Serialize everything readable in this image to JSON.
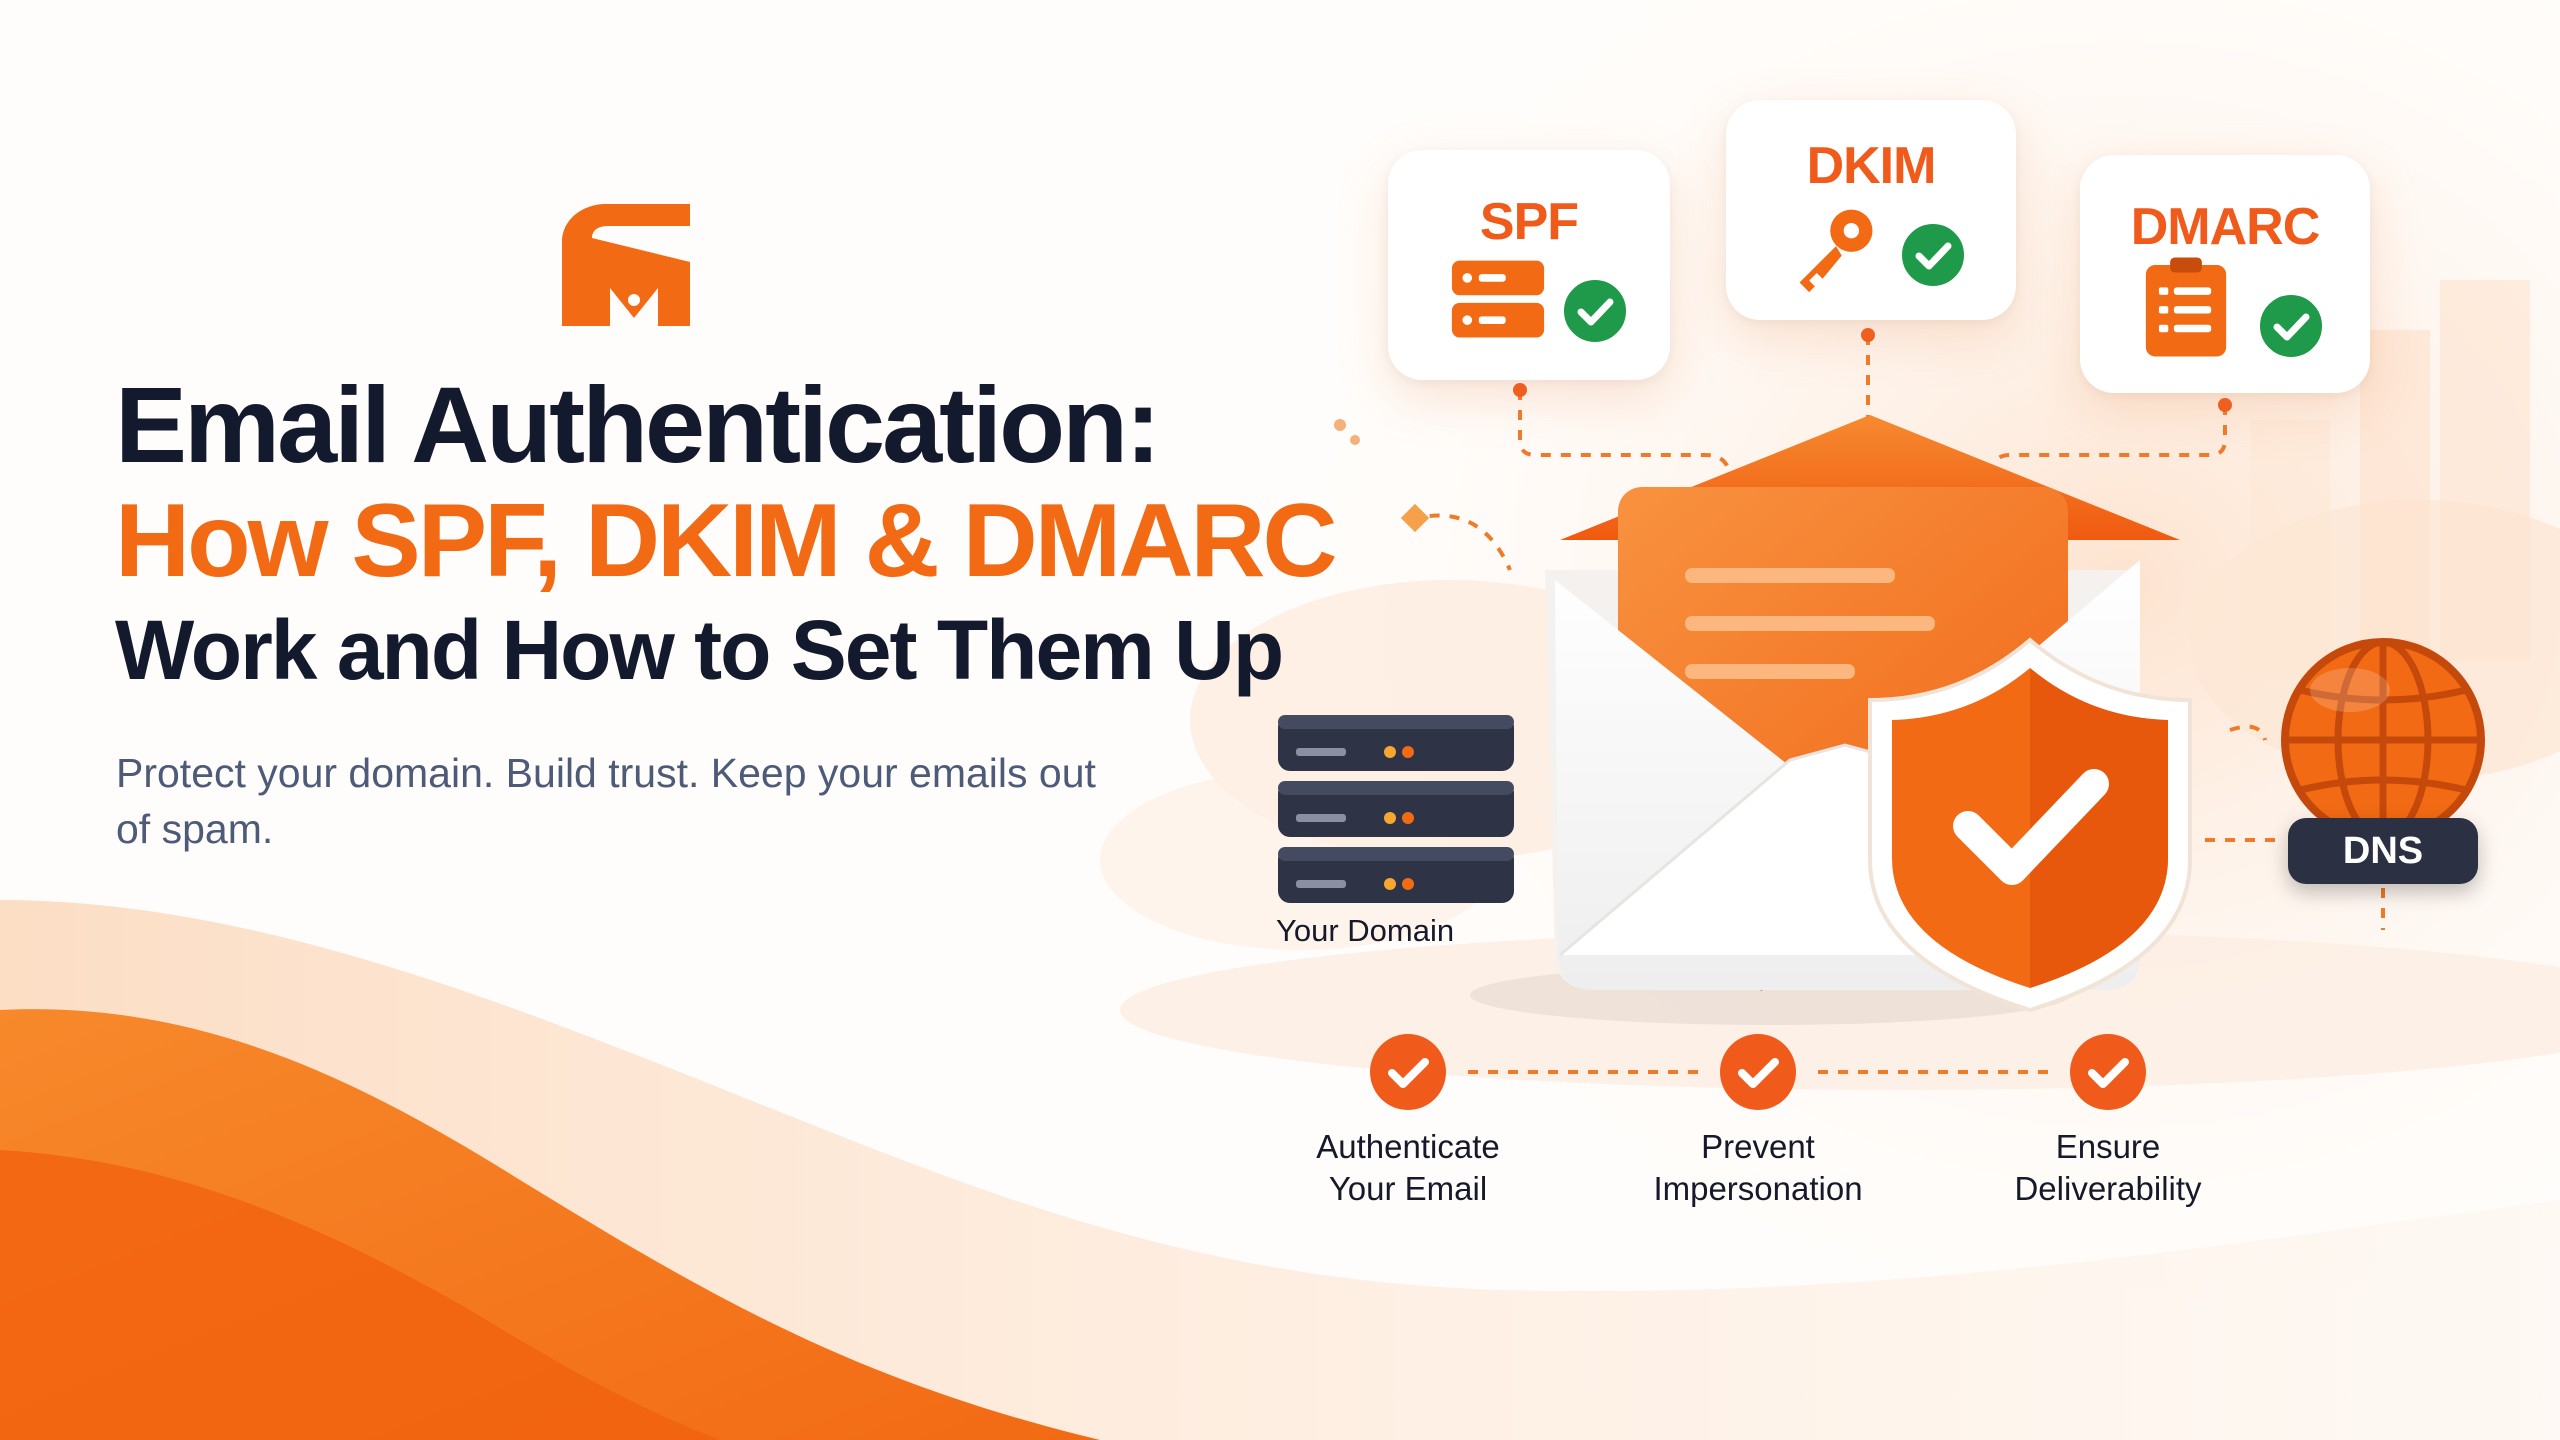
{
  "headline": {
    "line1": "Email Authentication:",
    "line2": "How SPF, DKIM & DMARC",
    "line3": "Work and How to Set Them Up"
  },
  "subtitle": "Protect your domain. Build trust. Keep your emails out of spam.",
  "cards": {
    "spf": "SPF",
    "dkim": "DKIM",
    "dmarc": "DMARC"
  },
  "server_label": "Your Domain",
  "dns_label": "DNS",
  "benefits": [
    {
      "line1": "Authenticate",
      "line2": "Your Email"
    },
    {
      "line1": "Prevent",
      "line2": "Impersonation"
    },
    {
      "line1": "Ensure",
      "line2": "Deliverability"
    }
  ],
  "colors": {
    "accent": "#f26a14",
    "heading": "#141a2d",
    "subtitle": "#4d5a78",
    "check_green": "#1f9a4a",
    "dark_server": "#2b3142"
  },
  "icons": [
    "brand-logo",
    "server-icon",
    "key-icon",
    "document-icon",
    "check-icon",
    "shield-icon",
    "globe-icon",
    "envelope-icon"
  ]
}
